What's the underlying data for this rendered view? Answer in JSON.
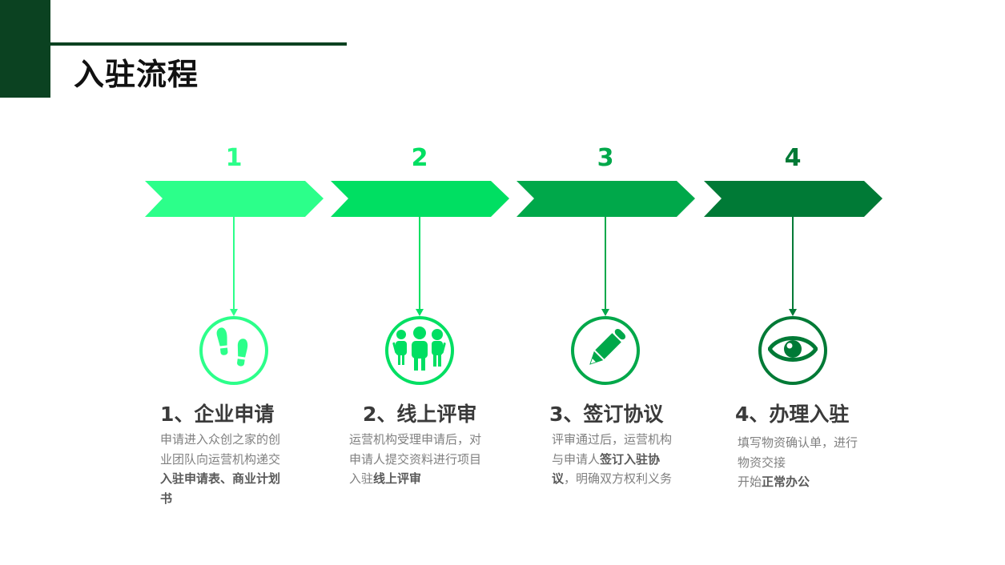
{
  "header": {
    "title": "入驻流程",
    "accent": "#0b4221"
  },
  "steps": [
    {
      "number": "1",
      "color": "#2cff8a",
      "icon": "footprints-icon",
      "title": "1、企业申请",
      "desc": [
        {
          "t": "申请进入众创之家的创业团队向运营机构递交",
          "b": false
        },
        {
          "t": "入驻申请表、商业计划书",
          "b": true
        }
      ]
    },
    {
      "number": "2",
      "color": "#00df62",
      "icon": "people-icon",
      "title": "2、线上评审",
      "desc": [
        {
          "t": "运营机构受理申请后，对申请人提交资料进行项目入驻",
          "b": false
        },
        {
          "t": "线上评审",
          "b": true
        }
      ]
    },
    {
      "number": "3",
      "color": "#00a84a",
      "icon": "pencil-icon",
      "title": "3、签订协议",
      "desc": [
        {
          "t": "评审通过后，运营机构与申请人",
          "b": false
        },
        {
          "t": "签订入驻协议",
          "b": true
        },
        {
          "t": "，明确双方权利义务",
          "b": false
        }
      ]
    },
    {
      "number": "4",
      "color": "#007a36",
      "icon": "eye-icon",
      "title": "4、办理入驻",
      "desc": [
        {
          "t": "填写物资确认单，进行物资交接",
          "b": false
        },
        {
          "t": "\n开始",
          "b": false
        },
        {
          "t": "正常办公",
          "b": true
        }
      ]
    }
  ]
}
